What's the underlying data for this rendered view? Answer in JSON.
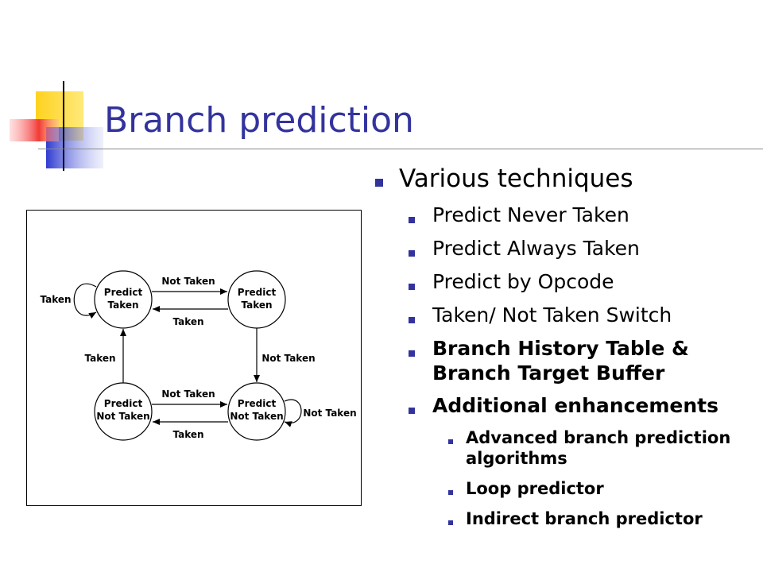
{
  "title": "Branch prediction",
  "bullets": {
    "main": "Various techniques",
    "items": [
      "Predict Never Taken",
      "Predict Always Taken",
      "Predict by Opcode",
      "Taken/ Not Taken Switch",
      "Branch History Table & Branch Target Buffer",
      "Additional enhancements"
    ],
    "sub_items": [
      "Advanced branch prediction algorithms",
      "Loop predictor",
      "Indirect branch predictor"
    ]
  },
  "diagram": {
    "states": {
      "pt_l1": "Predict",
      "pt_l2": "Taken",
      "pt2_l1": "Predict",
      "pt2_l2": "Taken",
      "pnt_l1": "Predict",
      "pnt_l2": "Not Taken",
      "pnt2_l1": "Predict",
      "pnt2_l2": "Not Taken"
    },
    "transitions": {
      "top_right": "Not Taken",
      "top_left": "Taken",
      "self_left": "Taken",
      "left_up": "Taken",
      "right_down": "Not Taken",
      "bottom_right": "Not Taken",
      "bottom_left": "Taken",
      "self_right": "Not Taken"
    }
  },
  "colors": {
    "title": "#33339e",
    "bullet": "#33339e",
    "logo_yellow": "#ffd21f",
    "logo_blue": "#2f3bd1",
    "logo_red": "#f23b3b"
  }
}
